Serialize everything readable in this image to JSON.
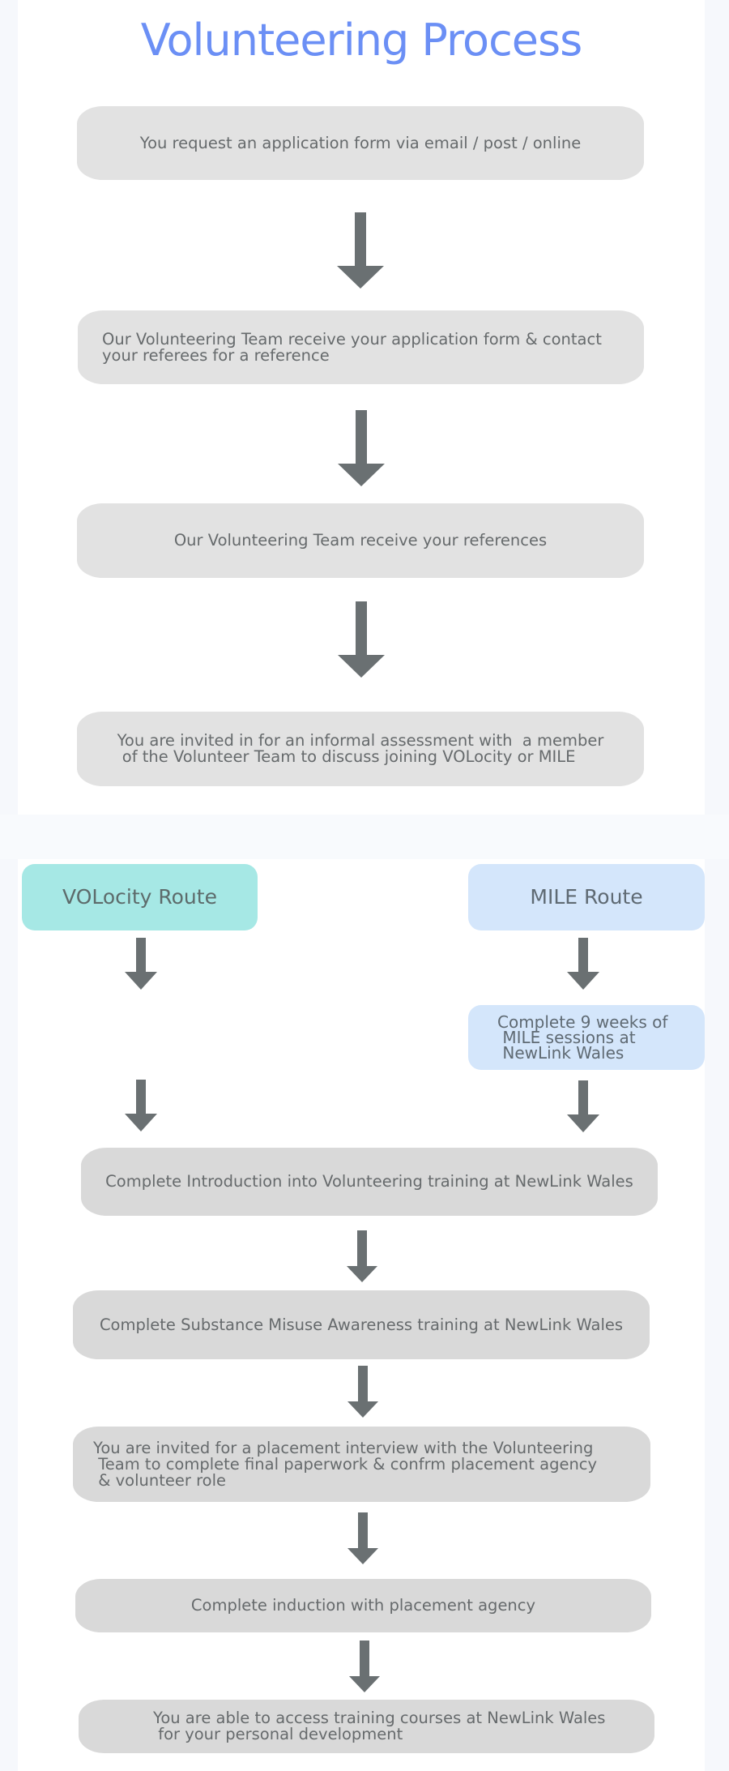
{
  "title": "Volunteering Process",
  "colors": {
    "title": "#6b8ff5",
    "box_gray_light": "#e2e2e2",
    "box_gray": "#d9d9d9",
    "volocity_route": "#a6e8e5",
    "mile_route": "#d4e6fb",
    "arrow": "#6a7072",
    "text": "#666a6c"
  },
  "steps": [
    {
      "text": "You request an application form via email / post / online"
    },
    {
      "text": "Our Volunteering Team receive your application form & contact\nyour referees for a reference"
    },
    {
      "text": "Our Volunteering Team receive your references"
    },
    {
      "text": "You are invited in for an informal assessment with  a member\n of the Volunteer Team to discuss joining VOLocity or MILE"
    }
  ],
  "routes": {
    "volocity": {
      "label": "VOLocity Route"
    },
    "mile": {
      "label": "MILE Route",
      "step": "Complete 9 weeks of\n MILE sessions at\n NewLink Wales"
    }
  },
  "final_steps": [
    {
      "text": "Complete Introduction into Volunteering training at NewLink Wales"
    },
    {
      "text": "Complete Substance Misuse Awareness training at NewLink Wales"
    },
    {
      "text": "You are invited for a placement interview with the Volunteering\n Team to complete final paperwork & confrm placement agency\n & volunteer role"
    },
    {
      "text": "Complete induction with placement agency"
    },
    {
      "text": "You are able to access training courses at NewLink Wales\n for your personal development"
    }
  ],
  "arrow_icon": "down-arrow-icon"
}
